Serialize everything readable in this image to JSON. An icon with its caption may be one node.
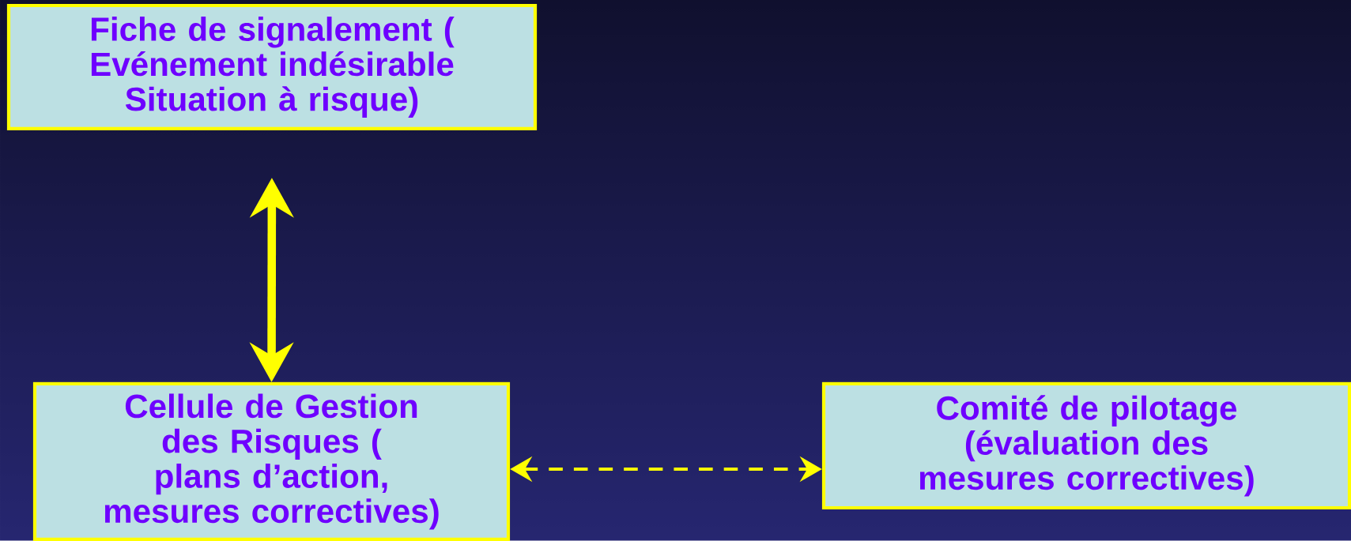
{
  "diagram": {
    "nodes": [
      {
        "text": [
          "Fiche de signalement ( Evénement indésirable Situation à risque)"
        ]
      },
      {
        "text": [
          "Cellule de Gestion des Risques ( plans d’action, mesures correctives)"
        ]
      },
      {
        "text": [
          "Comité de pilotage (évaluation des mesures correctives)"
        ]
      }
    ],
    "edges": [
      {
        "from": 0,
        "to": 1,
        "arrow": "both",
        "style": "thick"
      },
      {
        "from": 1,
        "to": 2,
        "arrow": "both",
        "style": "dashed"
      }
    ]
  }
}
